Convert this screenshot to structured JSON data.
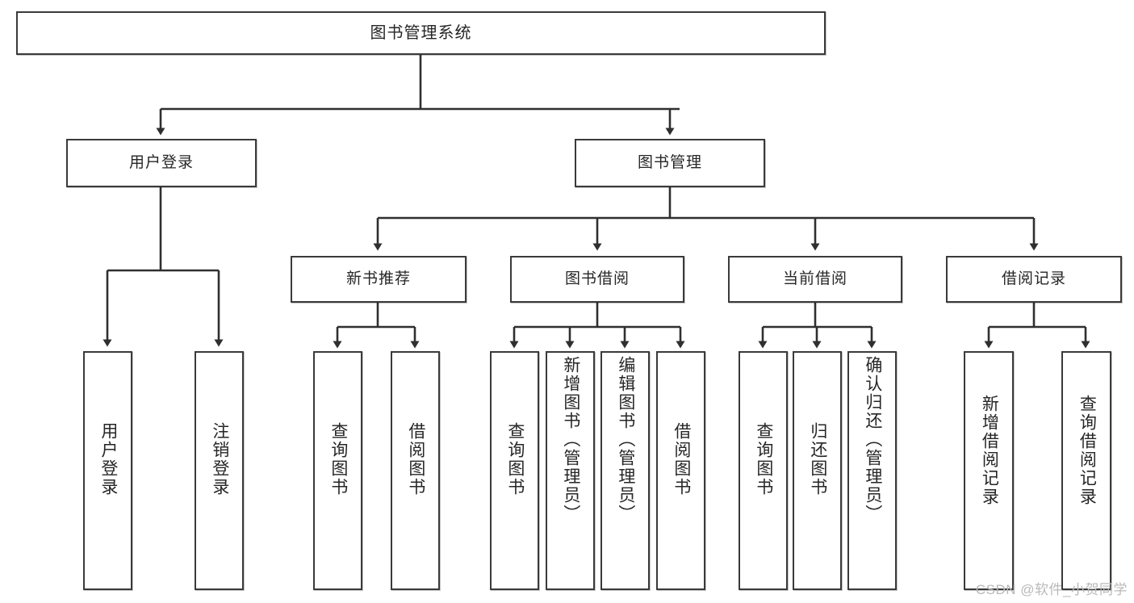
{
  "diagram": {
    "title": "图书管理系统",
    "watermark": "CSDN @软件_小贺同学",
    "colors": {
      "box_border": "#3a3a3a",
      "box_fill": "#ffffff",
      "connector": "#2f2f2f",
      "text": "#262626",
      "watermark": "#b9b9b9",
      "background": "#ffffff"
    },
    "levels": {
      "root": "图书管理系统",
      "level2": [
        "用户登录",
        "图书管理"
      ],
      "level3": [
        "新书推荐",
        "图书借阅",
        "当前借阅",
        "借阅记录"
      ]
    },
    "nodes": {
      "root": {
        "label": "图书管理系统"
      },
      "user_login": {
        "label": "用户登录"
      },
      "book_manage": {
        "label": "图书管理"
      },
      "new_book_rec": {
        "label": "新书推荐"
      },
      "book_borrow": {
        "label": "图书借阅"
      },
      "current_borrow": {
        "label": "当前借阅"
      },
      "borrow_record": {
        "label": "借阅记录"
      },
      "leaf_user_login": {
        "label": "用户登录"
      },
      "leaf_logout": {
        "label": "注销登录"
      },
      "leaf_query_book_1": {
        "label": "查询图书"
      },
      "leaf_borrow_book_1": {
        "label": "借阅图书"
      },
      "leaf_query_book_2": {
        "label": "查询图书"
      },
      "leaf_add_book": {
        "label": "新增图书（管理员）"
      },
      "leaf_edit_book": {
        "label": "编辑图书（管理员）"
      },
      "leaf_borrow_book_2": {
        "label": "借阅图书"
      },
      "leaf_query_book_3": {
        "label": "查询图书"
      },
      "leaf_return_book": {
        "label": "归还图书"
      },
      "leaf_confirm_return": {
        "label": "确认归还（管理员）"
      },
      "leaf_add_record": {
        "label": "新增借阅记录"
      },
      "leaf_query_record": {
        "label": "查询借阅记录"
      }
    },
    "tree": {
      "label": "图书管理系统",
      "children": [
        {
          "label": "用户登录",
          "children": [
            {
              "label": "用户登录"
            },
            {
              "label": "注销登录"
            }
          ]
        },
        {
          "label": "图书管理",
          "children": [
            {
              "label": "新书推荐",
              "children": [
                {
                  "label": "查询图书"
                },
                {
                  "label": "借阅图书"
                }
              ]
            },
            {
              "label": "图书借阅",
              "children": [
                {
                  "label": "查询图书"
                },
                {
                  "label": "新增图书（管理员）"
                },
                {
                  "label": "编辑图书（管理员）"
                },
                {
                  "label": "借阅图书"
                }
              ]
            },
            {
              "label": "当前借阅",
              "children": [
                {
                  "label": "查询图书"
                },
                {
                  "label": "归还图书"
                },
                {
                  "label": "确认归还（管理员）"
                }
              ]
            },
            {
              "label": "借阅记录",
              "children": [
                {
                  "label": "新增借阅记录"
                },
                {
                  "label": "查询借阅记录"
                }
              ]
            }
          ]
        }
      ]
    }
  }
}
